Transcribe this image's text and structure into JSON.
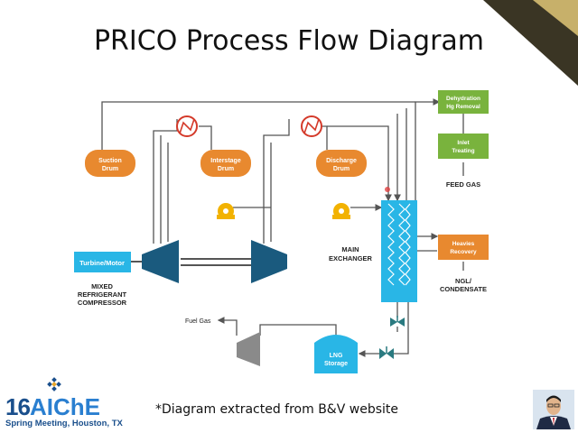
{
  "slide": {
    "title": "PRICO Process Flow Diagram",
    "footnote": "*Diagram extracted from B&V website"
  },
  "logo": {
    "year": "16",
    "org": "AIChE",
    "event": "Spring Meeting, Houston, TX"
  },
  "diagram": {
    "labels": {
      "suction_drum_1": "Suction",
      "suction_drum_2": "Drum",
      "interstage_drum_1": "Interstage",
      "interstage_drum_2": "Drum",
      "discharge_drum_1": "Discharge",
      "discharge_drum_2": "Drum",
      "dehydration_1": "Dehydration",
      "dehydration_2": "Hg Removal",
      "inlet_treating_1": "Inlet",
      "inlet_treating_2": "Treating",
      "feed_gas": "FEED GAS",
      "main_exchanger_1": "MAIN",
      "main_exchanger_2": "EXCHANGER",
      "heavies_recovery_1": "Heavies",
      "heavies_recovery_2": "Recovery",
      "ngl_1": "NGL/",
      "ngl_2": "CONDENSATE",
      "turbine_motor": "Turbine/Motor",
      "compressor_1": "MIXED",
      "compressor_2": "REFRIGERANT",
      "compressor_3": "COMPRESSOR",
      "fuel_gas": "Fuel Gas",
      "lng_storage_1": "LNG",
      "lng_storage_2": "Storage"
    },
    "colors": {
      "drum": "#e8892f",
      "box_green": "#79b33d",
      "heavies": "#e8892f",
      "exchanger": "#29b6e6",
      "compressor": "#1a5a7e",
      "turbine": "#29b6e6",
      "pump": "#f2b200",
      "valve": "#2a7a80",
      "line": "#555555"
    }
  }
}
